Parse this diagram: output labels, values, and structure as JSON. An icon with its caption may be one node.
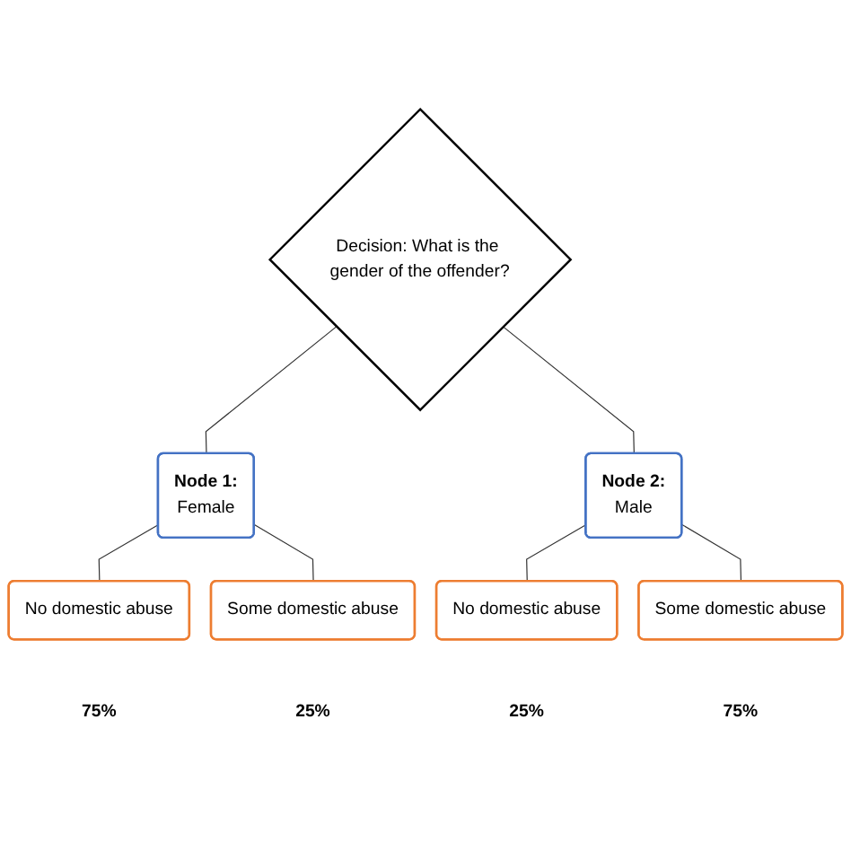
{
  "diagram": {
    "nodes": [
      {
        "text": [
          "Decision: What is the gender of the offender?"
        ]
      },
      {
        "text": [
          "Node 1:",
          "Female"
        ]
      },
      {
        "text": [
          "Node 2:",
          "Male"
        ]
      },
      {
        "text": [
          "No domestic abuse"
        ],
        "beside": [
          "75%"
        ]
      },
      {
        "text": [
          "Some domestic abuse"
        ],
        "beside": [
          "25%"
        ]
      },
      {
        "text": [
          "No domestic abuse"
        ],
        "beside": [
          "25%"
        ]
      },
      {
        "text": [
          "Some domestic abuse"
        ],
        "beside": [
          "75%"
        ]
      }
    ],
    "edges": [
      {
        "from": 0,
        "to": 1,
        "arrow": "none"
      },
      {
        "from": 0,
        "to": 2,
        "arrow": "none"
      },
      {
        "from": 1,
        "to": 3,
        "arrow": "none"
      },
      {
        "from": 1,
        "to": 4,
        "arrow": "none"
      },
      {
        "from": 2,
        "to": 5,
        "arrow": "none"
      },
      {
        "from": 2,
        "to": 6,
        "arrow": "none"
      }
    ]
  }
}
